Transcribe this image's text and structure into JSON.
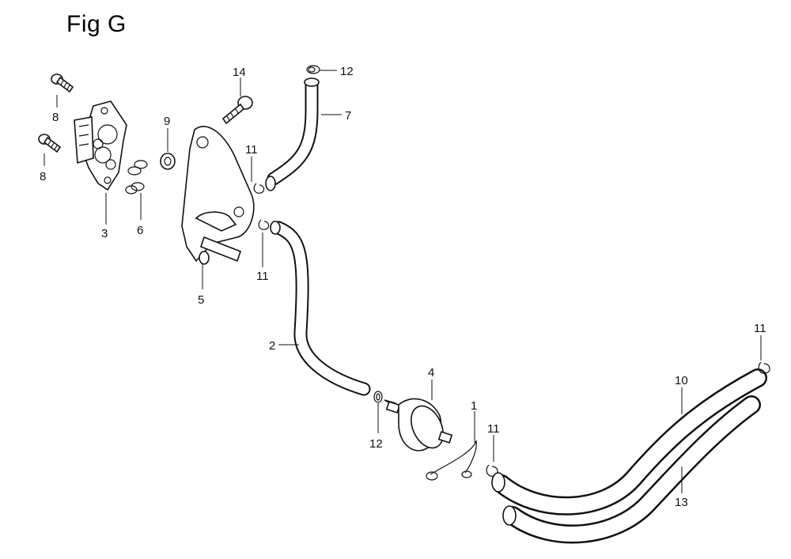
{
  "figure": {
    "title": "Fig G"
  },
  "callouts": {
    "c8a": "8",
    "c8b": "8",
    "c3": "3",
    "c6": "6",
    "c9": "9",
    "c14": "14",
    "c12a": "12",
    "c7": "7",
    "c11a": "11",
    "c11b": "11",
    "c5": "5",
    "c2": "2",
    "c4": "4",
    "c12b": "12",
    "c1": "1",
    "c11c": "11",
    "c10": "10",
    "c11d": "11",
    "c13": "13"
  },
  "colors": {
    "line": "#111111",
    "background": "#ffffff"
  }
}
